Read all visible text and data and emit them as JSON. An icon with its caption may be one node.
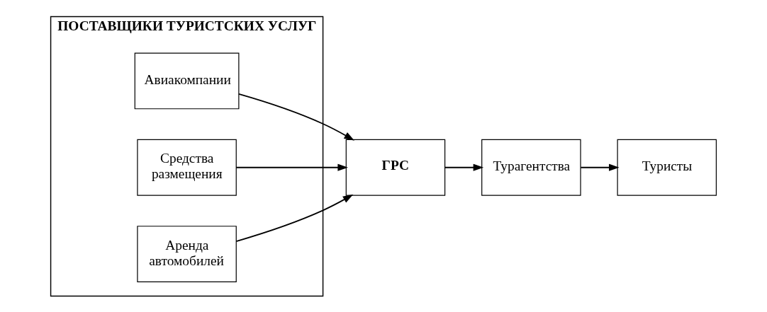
{
  "diagram": {
    "nodes": [
      {
        "text": [
          "ПОСТАВЩИКИ ТУРИСТСКИХ УСЛУГ"
        ]
      },
      {
        "text": [
          "Авиакомпании"
        ],
        "in": 0
      },
      {
        "text": [
          "Средства размещения"
        ],
        "in": 0
      },
      {
        "text": [
          "Аренда автомобилей"
        ],
        "in": 0
      },
      {
        "text": [
          "ГРС"
        ]
      },
      {
        "text": [
          "Турагентства"
        ]
      },
      {
        "text": [
          "Туристы"
        ]
      }
    ],
    "edges": [
      {
        "from": 1,
        "to": 4,
        "arrow": "to"
      },
      {
        "from": 2,
        "to": 4,
        "arrow": "to"
      },
      {
        "from": 3,
        "to": 4,
        "arrow": "to"
      },
      {
        "from": 4,
        "to": 5,
        "arrow": "to"
      },
      {
        "from": 5,
        "to": 6,
        "arrow": "to"
      }
    ]
  }
}
